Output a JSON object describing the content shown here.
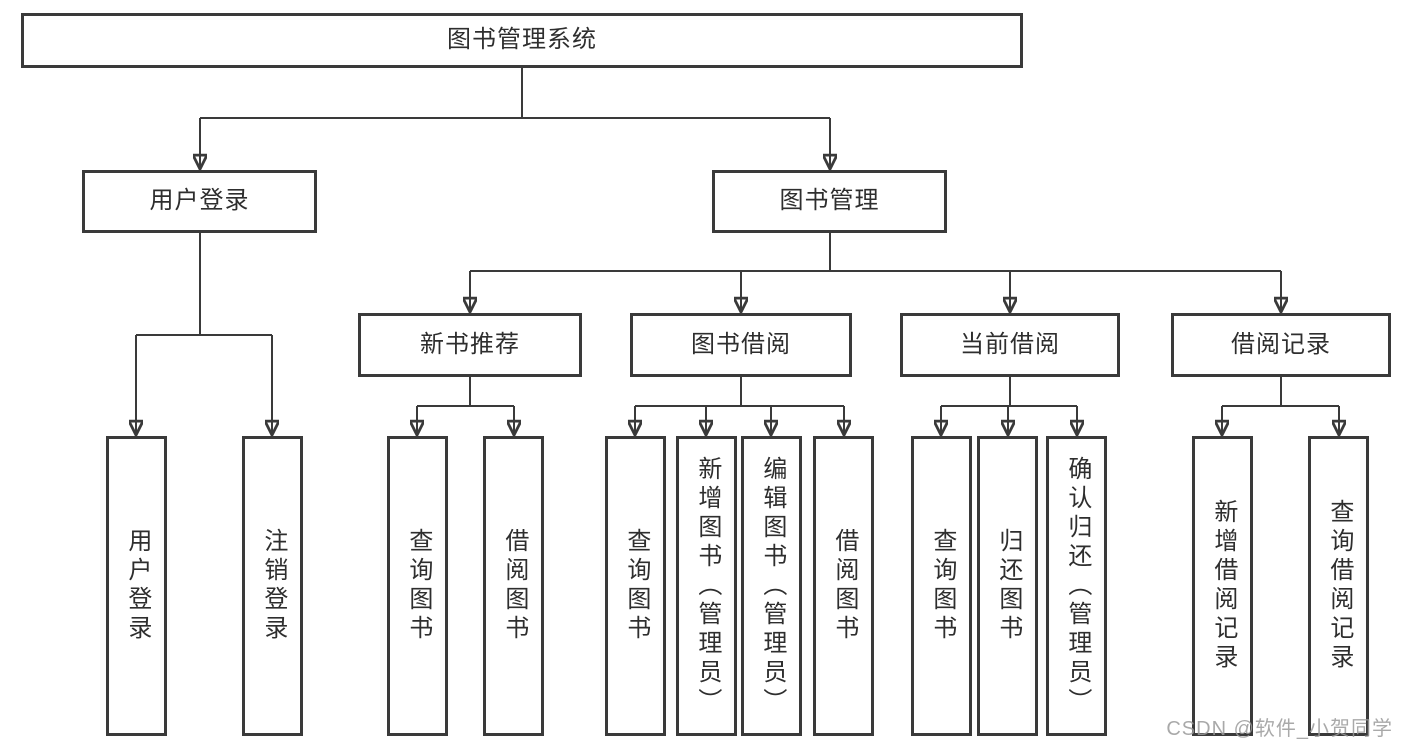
{
  "diagram": {
    "root": {
      "label": "图书管理系统"
    },
    "level2": [
      "用户登录",
      "图书管理"
    ],
    "level3": [
      "新书推荐",
      "图书借阅",
      "当前借阅",
      "借阅记录"
    ],
    "leaves": {
      "user": [
        "用户登录",
        "注销登录"
      ],
      "newbook": [
        "查询图书",
        "借阅图书"
      ],
      "borrow": [
        "查询图书",
        "新增图书（管理员）",
        "编辑图书（管理员）",
        "借阅图书"
      ],
      "current": [
        "查询图书",
        "归还图书",
        "确认归还（管理员）"
      ],
      "records": [
        "新增借阅记录",
        "查询借阅记录"
      ]
    }
  },
  "watermark": "CSDN @软件_小贺同学",
  "colors": {
    "line": "#3a3a3a",
    "text": "#2e2e2e",
    "background": "#ffffff",
    "watermark": "#9b9b9b"
  }
}
